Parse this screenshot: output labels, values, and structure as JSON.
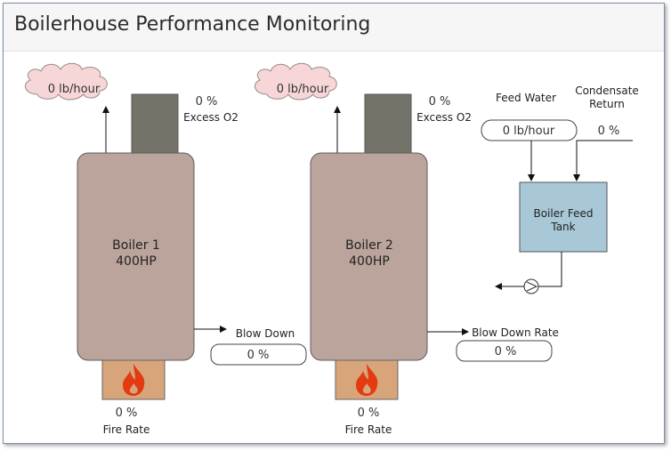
{
  "page": {
    "title": "Boilerhouse Performance Monitoring"
  },
  "boiler1": {
    "name": "Boiler 1",
    "rating": "400HP",
    "steam_flow": "0 lb/hour",
    "excess_o2_value": "0 %",
    "excess_o2_label": "Excess O2",
    "blow_down_label": "Blow Down",
    "blow_down_value": "0 %",
    "fire_rate_value": "0 %",
    "fire_rate_label": "Fire Rate"
  },
  "boiler2": {
    "name": "Boiler 2",
    "rating": "400HP",
    "steam_flow": "0 lb/hour",
    "excess_o2_value": "0 %",
    "excess_o2_label": "Excess O2",
    "blow_down_label": "Blow Down Rate",
    "blow_down_value": "0 %",
    "fire_rate_value": "0 %",
    "fire_rate_label": "Fire Rate"
  },
  "feed": {
    "feed_water_label": "Feed Water",
    "feed_water_value": "0 lb/hour",
    "condensate_label_1": "Condensate",
    "condensate_label_2": "Return",
    "condensate_value": "0 %",
    "tank_label_1": "Boiler Feed",
    "tank_label_2": "Tank"
  },
  "colors": {
    "boiler_body": "#bba49b",
    "stack": "#74736a",
    "firebox": "#d8a47a",
    "flame": "#e33a12",
    "steam_cloud": "#f6d6d6",
    "tank": "#a8c8d8"
  },
  "icons": [
    "steam-cloud-icon",
    "flame-icon",
    "pump-icon"
  ]
}
